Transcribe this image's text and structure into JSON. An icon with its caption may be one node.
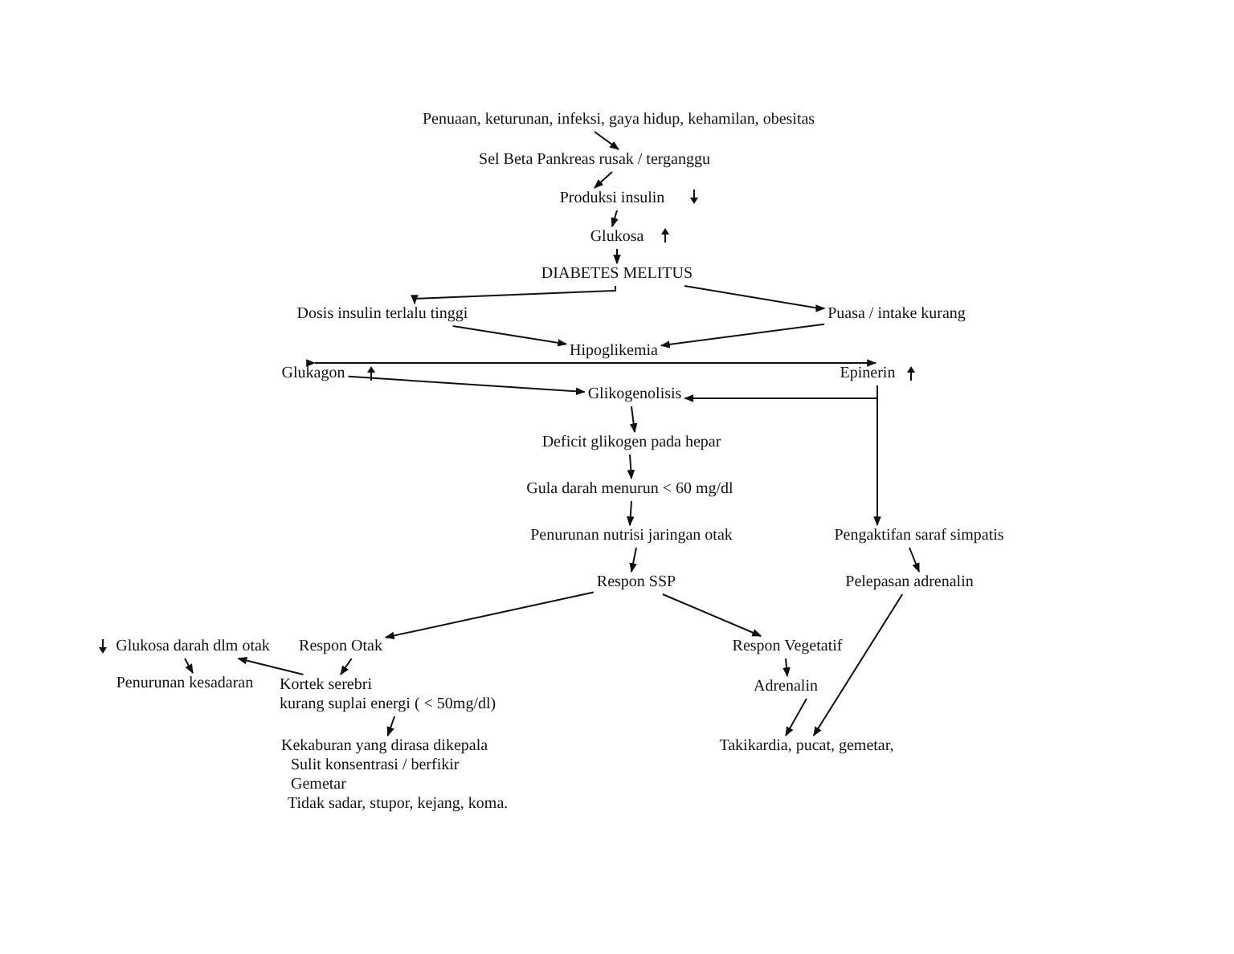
{
  "diagram": {
    "nodes": [
      {
        "text": [
          "Penuaan, keturunan, infeksi, gaya hidup, kehamilan, obesitas"
        ]
      },
      {
        "text": [
          "Sel Beta Pankreas rusak / terganggu"
        ]
      },
      {
        "text": [
          "Produksi insulin"
        ]
      },
      {
        "text": [
          "Glukosa"
        ]
      },
      {
        "text": [
          "DIABETES MELITUS"
        ]
      },
      {
        "text": [
          "Dosis insulin terlalu tinggi"
        ]
      },
      {
        "text": [
          "Puasa / intake kurang"
        ]
      },
      {
        "text": [
          "Hipoglikemia"
        ]
      },
      {
        "text": [
          "Glukagon"
        ]
      },
      {
        "text": [
          "Epinerin"
        ]
      },
      {
        "text": [
          "Glikogenolisis"
        ]
      },
      {
        "text": [
          "Deficit glikogen pada hepar"
        ]
      },
      {
        "text": [
          "Gula darah menurun < 60 mg/dl"
        ]
      },
      {
        "text": [
          "Penurunan nutrisi jaringan otak"
        ]
      },
      {
        "text": [
          "Respon SSP"
        ]
      },
      {
        "text": [
          "Pengaktifan saraf simpatis"
        ]
      },
      {
        "text": [
          "Pelepasan adrenalin"
        ]
      },
      {
        "text": [
          "Glukosa darah dlm otak"
        ]
      },
      {
        "text": [
          "Respon Otak"
        ]
      },
      {
        "text": [
          "Penurunan  kesadaran"
        ]
      },
      {
        "text": [
          "Kortek serebri kurang suplai energi ( < 50mg/dl)"
        ]
      },
      {
        "text": [
          "Kekaburan yang dirasa dikepala",
          "Sulit konsentrasi / berfikir",
          "Gemetar",
          "Tidak sadar, stupor, kejang, koma."
        ]
      },
      {
        "text": [
          "Respon Vegetatif"
        ]
      },
      {
        "text": [
          "Adrenalin"
        ]
      },
      {
        "text": [
          "Takikardia, pucat, gemetar,"
        ]
      }
    ],
    "edges": [
      {
        "from": 0,
        "to": 1,
        "arrow": "to"
      },
      {
        "from": 1,
        "to": 2,
        "arrow": "to"
      },
      {
        "from": 2,
        "to": 3,
        "arrow": "to"
      },
      {
        "from": 3,
        "to": 4,
        "arrow": "to"
      },
      {
        "from": 4,
        "to": 5,
        "arrow": "to"
      },
      {
        "from": 4,
        "to": 6,
        "arrow": "to"
      },
      {
        "from": 5,
        "to": 7,
        "arrow": "to"
      },
      {
        "from": 6,
        "to": 7,
        "arrow": "to"
      },
      {
        "from": 7,
        "to": 8,
        "arrow": "to"
      },
      {
        "from": 7,
        "to": 9,
        "arrow": "to"
      },
      {
        "from": 8,
        "to": 10,
        "arrow": "to"
      },
      {
        "from": 9,
        "to": 10,
        "arrow": "to"
      },
      {
        "from": 9,
        "to": 15,
        "arrow": "to"
      },
      {
        "from": 10,
        "to": 11,
        "arrow": "to"
      },
      {
        "from": 11,
        "to": 12,
        "arrow": "to"
      },
      {
        "from": 12,
        "to": 13,
        "arrow": "to"
      },
      {
        "from": 13,
        "to": 14,
        "arrow": "to"
      },
      {
        "from": 15,
        "to": 16,
        "arrow": "to"
      },
      {
        "from": 14,
        "to": 18,
        "arrow": "to"
      },
      {
        "from": 14,
        "to": 22,
        "arrow": "to"
      },
      {
        "from": 18,
        "to": 20,
        "arrow": "to"
      },
      {
        "from": 20,
        "to": 21,
        "arrow": "to"
      },
      {
        "from": 20,
        "to": 17,
        "arrow": "to"
      },
      {
        "from": 17,
        "to": 19,
        "arrow": "to"
      },
      {
        "from": 22,
        "to": 23,
        "arrow": "to"
      },
      {
        "from": 23,
        "to": 24,
        "arrow": "to"
      },
      {
        "from": 16,
        "to": 24,
        "arrow": "to"
      }
    ]
  }
}
